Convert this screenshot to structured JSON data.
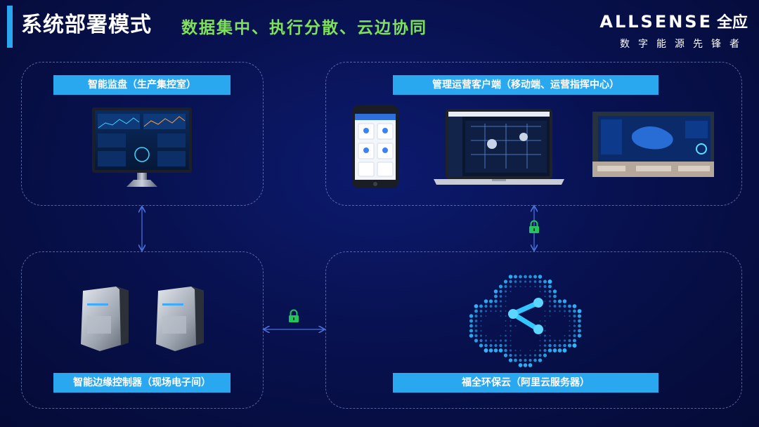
{
  "header": {
    "title": "系统部署模式",
    "subtitle": "数据集中、执行分散、云边协同"
  },
  "brand": {
    "name_en": "ALLSENSE",
    "name_cn": "全应",
    "slogan": "数字能源先锋者"
  },
  "panels": {
    "monitor": {
      "label": "智能监盘（生产集控室）"
    },
    "client": {
      "label": "管理运营客户端（移动端、运营指挥中心）"
    },
    "edge": {
      "label": "智能边缘控制器（现场电子间）"
    },
    "cloud": {
      "label": "福全环保云（阿里云服务器）"
    }
  },
  "colors": {
    "accent": "#29a8f0",
    "subtitle_green": "#7fe05a",
    "connector": "#4a6fd8",
    "lock_green": "#22c55e"
  },
  "icons": [
    "desktop-monitor-icon",
    "smartphone-icon",
    "laptop-icon",
    "control-room-screen-icon",
    "edge-controller-icon",
    "cloud-share-icon",
    "lock-icon"
  ]
}
